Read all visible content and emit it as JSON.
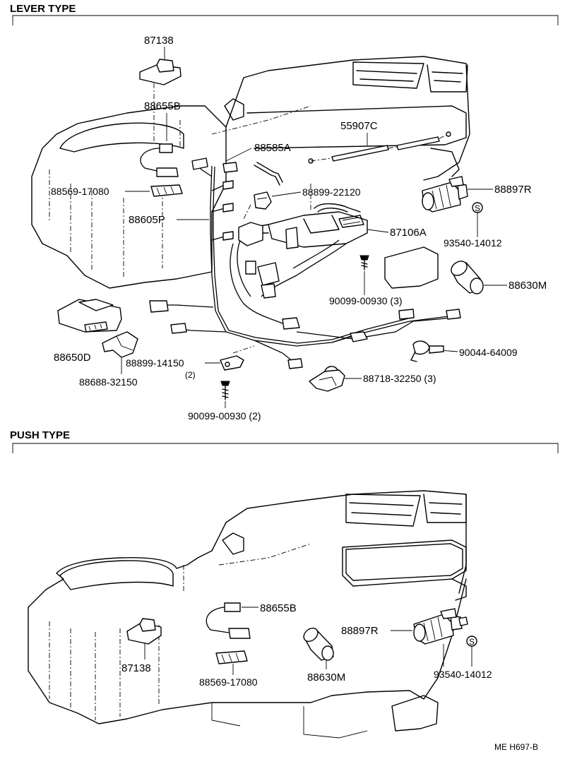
{
  "sections": {
    "lever": {
      "title": "LEVER TYPE"
    },
    "push": {
      "title": "PUSH TYPE"
    }
  },
  "lever_parts": {
    "p87138": "87138",
    "p88655B": "88655B",
    "p88569": "88569-17080",
    "p88605P": "88605P",
    "p88585A": "88585A",
    "p88899_22120": "88899-22120",
    "p55907C": "55907C",
    "p88897R": "88897R",
    "p87106A": "87106A",
    "p93540": "93540-14012",
    "p88630M": "88630M",
    "p90099_3": "90099-00930 (3)",
    "p88650D": "88650D",
    "p88688": "88688-32150",
    "p88899_14150": "88899-14150",
    "p88899_14150_qty": "(2)",
    "p90044": "90044-64009",
    "p88718": "88718-32250 (3)",
    "p90099_2": "90099-00930 (2)"
  },
  "push_parts": {
    "p88655B": "88655B",
    "p88897R": "88897R",
    "p87138": "87138",
    "p88569": "88569-17080",
    "p88630M": "88630M",
    "p93540": "93540-14012"
  },
  "footer": {
    "ref": "ME H697-B"
  },
  "symbols": {
    "s_mark": "S"
  }
}
